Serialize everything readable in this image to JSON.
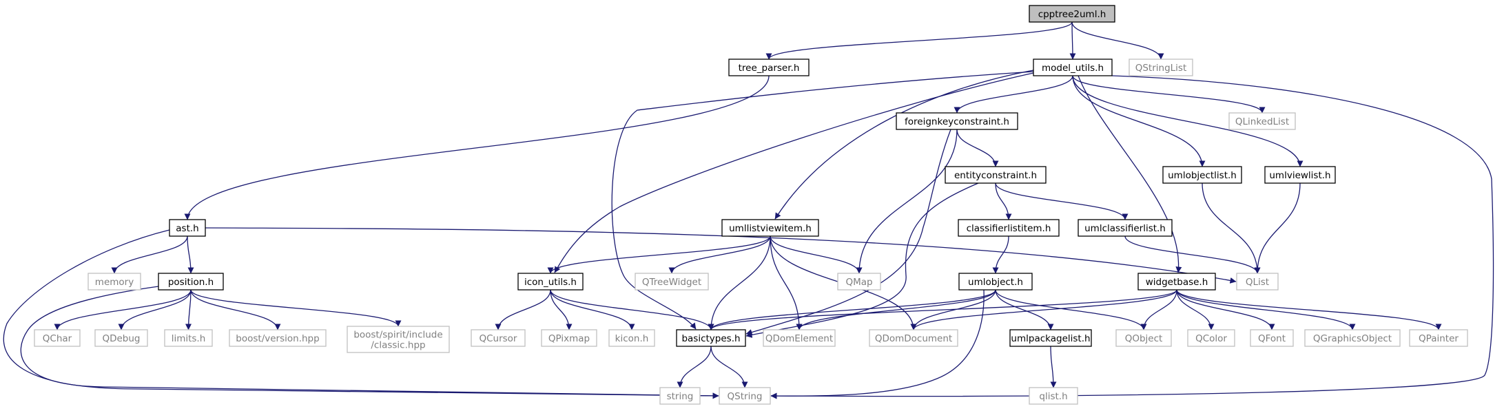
{
  "diagram": {
    "type": "include-dependency-graph",
    "colors": {
      "edge": "#191970",
      "root_fill": "#bfbfbf",
      "local_border": "#000000",
      "external_border": "#c0c0c0",
      "external_text": "#7f7f7f"
    },
    "nodes": [
      {
        "id": "cpptree2uml",
        "lines": [
          "cpptree2uml.h"
        ],
        "kind": "root"
      },
      {
        "id": "tree_parser",
        "lines": [
          "tree_parser.h"
        ],
        "kind": "local"
      },
      {
        "id": "model_utils",
        "lines": [
          "model_utils.h"
        ],
        "kind": "local"
      },
      {
        "id": "QStringList",
        "lines": [
          "QStringList"
        ],
        "kind": "external"
      },
      {
        "id": "foreignkeyconstraint",
        "lines": [
          "foreignkeyconstraint.h"
        ],
        "kind": "local"
      },
      {
        "id": "QLinkedList",
        "lines": [
          "QLinkedList"
        ],
        "kind": "external"
      },
      {
        "id": "entityconstraint",
        "lines": [
          "entityconstraint.h"
        ],
        "kind": "local"
      },
      {
        "id": "umlobjectlist",
        "lines": [
          "umlobjectlist.h"
        ],
        "kind": "local"
      },
      {
        "id": "umlviewlist",
        "lines": [
          "umlviewlist.h"
        ],
        "kind": "local"
      },
      {
        "id": "ast",
        "lines": [
          "ast.h"
        ],
        "kind": "local"
      },
      {
        "id": "umllistviewitem",
        "lines": [
          "umllistviewitem.h"
        ],
        "kind": "local"
      },
      {
        "id": "classifierlistitem",
        "lines": [
          "classifierlistitem.h"
        ],
        "kind": "local"
      },
      {
        "id": "umlclassifierlist",
        "lines": [
          "umlclassifierlist.h"
        ],
        "kind": "local"
      },
      {
        "id": "memory",
        "lines": [
          "memory"
        ],
        "kind": "external"
      },
      {
        "id": "position",
        "lines": [
          "position.h"
        ],
        "kind": "local"
      },
      {
        "id": "icon_utils",
        "lines": [
          "icon_utils.h"
        ],
        "kind": "local"
      },
      {
        "id": "QTreeWidget",
        "lines": [
          "QTreeWidget"
        ],
        "kind": "external"
      },
      {
        "id": "QMap",
        "lines": [
          "QMap"
        ],
        "kind": "external"
      },
      {
        "id": "umlobject",
        "lines": [
          "umlobject.h"
        ],
        "kind": "local"
      },
      {
        "id": "widgetbase",
        "lines": [
          "widgetbase.h"
        ],
        "kind": "local"
      },
      {
        "id": "QList",
        "lines": [
          "QList"
        ],
        "kind": "external"
      },
      {
        "id": "QChar",
        "lines": [
          "QChar"
        ],
        "kind": "external"
      },
      {
        "id": "QDebug",
        "lines": [
          "QDebug"
        ],
        "kind": "external"
      },
      {
        "id": "limits",
        "lines": [
          "limits.h"
        ],
        "kind": "external"
      },
      {
        "id": "boost_version",
        "lines": [
          "boost/version.hpp"
        ],
        "kind": "external"
      },
      {
        "id": "boost_classic",
        "lines": [
          "boost/spirit/include",
          "/classic.hpp"
        ],
        "kind": "external"
      },
      {
        "id": "QCursor",
        "lines": [
          "QCursor"
        ],
        "kind": "external"
      },
      {
        "id": "QPixmap",
        "lines": [
          "QPixmap"
        ],
        "kind": "external"
      },
      {
        "id": "kicon",
        "lines": [
          "kicon.h"
        ],
        "kind": "external"
      },
      {
        "id": "basictypes",
        "lines": [
          "basictypes.h"
        ],
        "kind": "local"
      },
      {
        "id": "QDomElement",
        "lines": [
          "QDomElement"
        ],
        "kind": "external"
      },
      {
        "id": "QDomDocument",
        "lines": [
          "QDomDocument"
        ],
        "kind": "external"
      },
      {
        "id": "umlpackagelist",
        "lines": [
          "umlpackagelist.h"
        ],
        "kind": "local"
      },
      {
        "id": "QObject",
        "lines": [
          "QObject"
        ],
        "kind": "external"
      },
      {
        "id": "QColor",
        "lines": [
          "QColor"
        ],
        "kind": "external"
      },
      {
        "id": "QFont",
        "lines": [
          "QFont"
        ],
        "kind": "external"
      },
      {
        "id": "QGraphicsObject",
        "lines": [
          "QGraphicsObject"
        ],
        "kind": "external"
      },
      {
        "id": "QPainter",
        "lines": [
          "QPainter"
        ],
        "kind": "external"
      },
      {
        "id": "string",
        "lines": [
          "string"
        ],
        "kind": "external"
      },
      {
        "id": "QString",
        "lines": [
          "QString"
        ],
        "kind": "external"
      },
      {
        "id": "qlist",
        "lines": [
          "qlist.h"
        ],
        "kind": "external"
      }
    ],
    "edges": [
      [
        "cpptree2uml",
        "tree_parser"
      ],
      [
        "cpptree2uml",
        "model_utils"
      ],
      [
        "cpptree2uml",
        "QStringList"
      ],
      [
        "tree_parser",
        "ast"
      ],
      [
        "model_utils",
        "foreignkeyconstraint"
      ],
      [
        "model_utils",
        "QLinkedList"
      ],
      [
        "model_utils",
        "umlobjectlist"
      ],
      [
        "model_utils",
        "umlviewlist"
      ],
      [
        "model_utils",
        "umllistviewitem"
      ],
      [
        "model_utils",
        "icon_utils"
      ],
      [
        "model_utils",
        "basictypes"
      ],
      [
        "model_utils",
        "widgetbase"
      ],
      [
        "model_utils",
        "QString"
      ],
      [
        "foreignkeyconstraint",
        "entityconstraint"
      ],
      [
        "foreignkeyconstraint",
        "QMap"
      ],
      [
        "foreignkeyconstraint",
        "basictypes"
      ],
      [
        "entityconstraint",
        "classifierlistitem"
      ],
      [
        "entityconstraint",
        "umlclassifierlist"
      ],
      [
        "entityconstraint",
        "basictypes"
      ],
      [
        "umlobjectlist",
        "QList"
      ],
      [
        "umlviewlist",
        "QList"
      ],
      [
        "ast",
        "memory"
      ],
      [
        "ast",
        "position"
      ],
      [
        "ast",
        "QList"
      ],
      [
        "ast",
        "QString"
      ],
      [
        "umllistviewitem",
        "icon_utils"
      ],
      [
        "umllistviewitem",
        "QTreeWidget"
      ],
      [
        "umllistviewitem",
        "QMap"
      ],
      [
        "umllistviewitem",
        "basictypes"
      ],
      [
        "umllistviewitem",
        "QDomElement"
      ],
      [
        "umllistviewitem",
        "QDomDocument"
      ],
      [
        "classifierlistitem",
        "umlobject"
      ],
      [
        "umlclassifierlist",
        "QList"
      ],
      [
        "position",
        "QChar"
      ],
      [
        "position",
        "QDebug"
      ],
      [
        "position",
        "limits"
      ],
      [
        "position",
        "boost_version"
      ],
      [
        "position",
        "boost_classic"
      ],
      [
        "position",
        "QString"
      ],
      [
        "icon_utils",
        "QCursor"
      ],
      [
        "icon_utils",
        "QPixmap"
      ],
      [
        "icon_utils",
        "kicon"
      ],
      [
        "icon_utils",
        "basictypes"
      ],
      [
        "umlobject",
        "basictypes"
      ],
      [
        "umlobject",
        "QDomElement"
      ],
      [
        "umlobject",
        "QDomDocument"
      ],
      [
        "umlobject",
        "umlpackagelist"
      ],
      [
        "umlobject",
        "QObject"
      ],
      [
        "umlobject",
        "QString"
      ],
      [
        "widgetbase",
        "basictypes"
      ],
      [
        "widgetbase",
        "QDomDocument"
      ],
      [
        "widgetbase",
        "QObject"
      ],
      [
        "widgetbase",
        "QColor"
      ],
      [
        "widgetbase",
        "QFont"
      ],
      [
        "widgetbase",
        "QGraphicsObject"
      ],
      [
        "widgetbase",
        "QPainter"
      ],
      [
        "basictypes",
        "string"
      ],
      [
        "basictypes",
        "QString"
      ],
      [
        "umlpackagelist",
        "qlist"
      ]
    ]
  }
}
